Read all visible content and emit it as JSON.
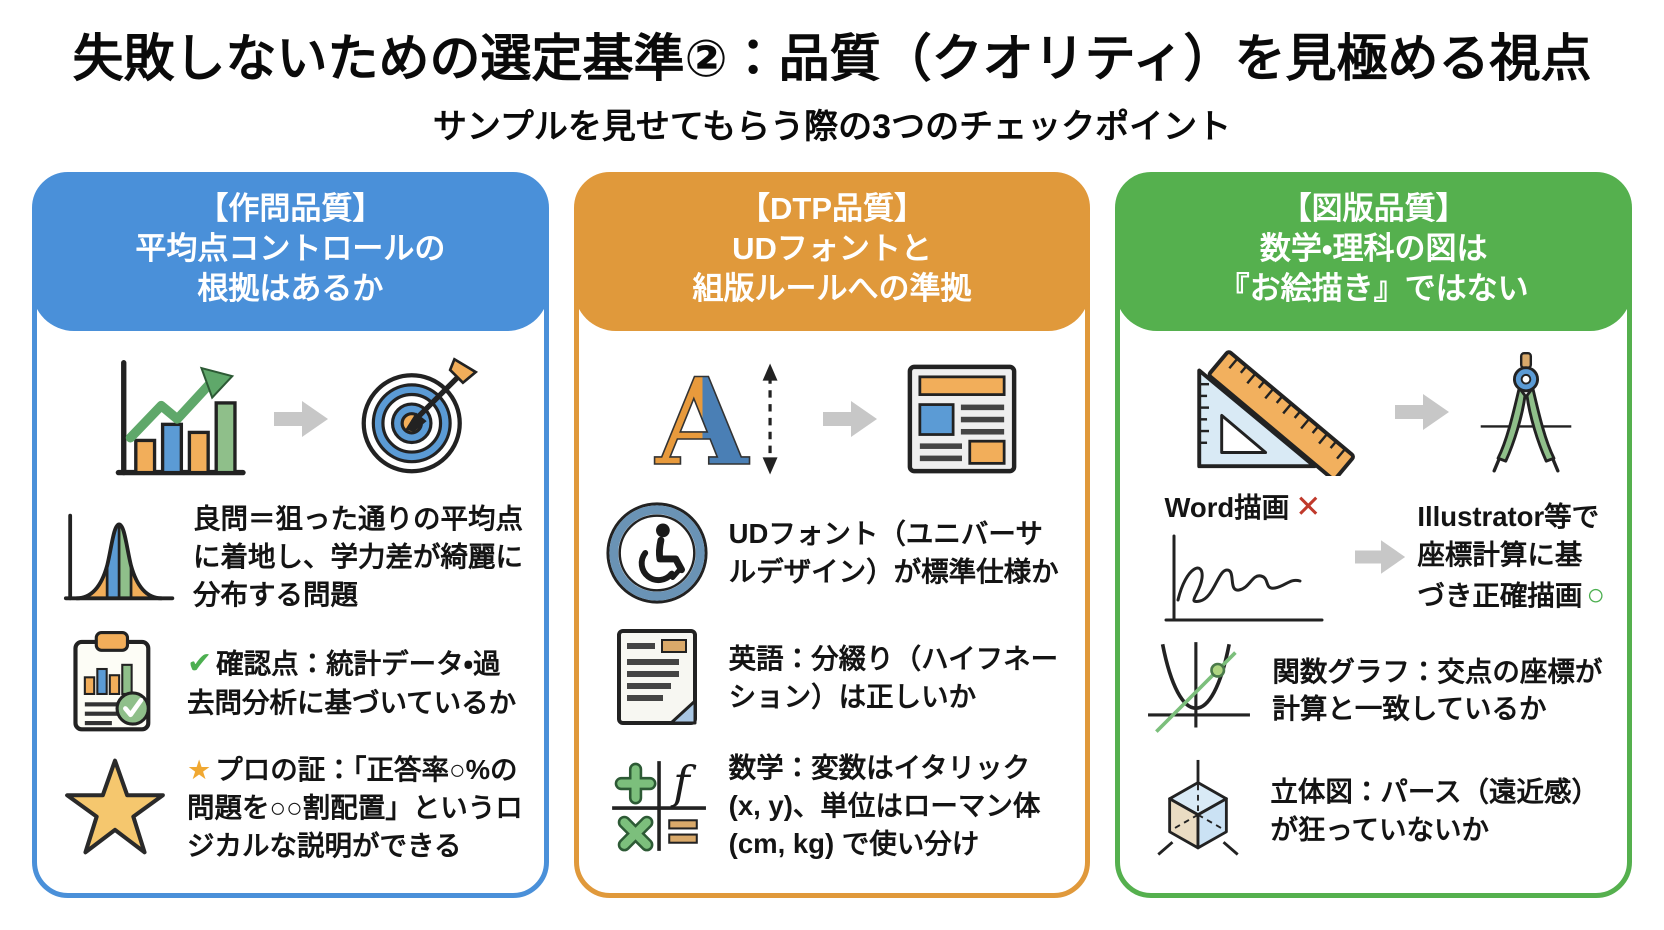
{
  "page": {
    "title": "失敗しないための選定基準②：品質（クオリティ）を見極める視点",
    "subtitle": "サンプルを見せてもらう際の3つのチェックポイント"
  },
  "cards": [
    {
      "name": "作問品質",
      "accent": "#4a90d9",
      "header": [
        "【作問品質】",
        "平均点コントロールの",
        "根拠はあるか"
      ],
      "items": [
        {
          "text": "良問＝狙った通りの平均点に着地し、学力差が綺麗に分布する問題"
        },
        {
          "mark": "✔",
          "text": "確認点：統計データ・過去問分析に基づいているか"
        },
        {
          "mark": "★",
          "text": "プロの証：「正答率○%の問題を○○割配置」というロジカルな説明ができる"
        }
      ]
    },
    {
      "name": "DTP品質",
      "accent": "#e0993b",
      "header": [
        "【DTP品質】",
        "UDフォントと",
        "組版ルールへの準拠"
      ],
      "items": [
        {
          "text": "UDフォント（ユニバーサルデザイン）が標準仕様か"
        },
        {
          "text": "英語：分綴り（ハイフネーション）は正しいか"
        },
        {
          "text": "数学：変数はイタリック (x, y)、単位はローマン体 (cm, kg) で使い分け"
        }
      ]
    },
    {
      "name": "図版品質",
      "accent": "#55b04e",
      "header": [
        "【図版品質】",
        "数学・理科の図は",
        "『お絵描き』ではない"
      ],
      "compare": {
        "left_label": "Word描画",
        "left_mark": "✕",
        "right_text": "Illustrator等で座標計算に基づき正確描画",
        "right_mark": "○"
      },
      "items": [
        {
          "text": "関数グラフ：交点の座標が計算と一致しているか"
        },
        {
          "text": "立体図：パース（遠近感）が狂っていないか"
        }
      ]
    }
  ],
  "icons": [
    "bar-chart-growth-icon",
    "arrow-right-icon",
    "target-bullseye-icon",
    "bell-curve-icon",
    "clipboard-stats-icon",
    "star-icon",
    "letter-a-fontsize-icon",
    "newspaper-layout-icon",
    "accessibility-icon",
    "hyphenation-document-icon",
    "math-symbols-icon",
    "set-square-ruler-icon",
    "drawing-compass-icon",
    "hand-drawn-graph-icon",
    "parabola-intersection-icon",
    "isometric-cube-icon"
  ],
  "colors": {
    "card_blue": "#4a90d9",
    "card_orange": "#e0993b",
    "card_green": "#55b04e",
    "check_green": "#4caf50",
    "star_yellow": "#f0a832",
    "cross_red": "#c0392b",
    "circle_green": "#4caf50",
    "arrow_gray": "#c7c7c7",
    "icon_orange": "#f2ae5a",
    "icon_blue": "#5b9bd5",
    "icon_green": "#8fbf8a",
    "text": "#141414"
  }
}
